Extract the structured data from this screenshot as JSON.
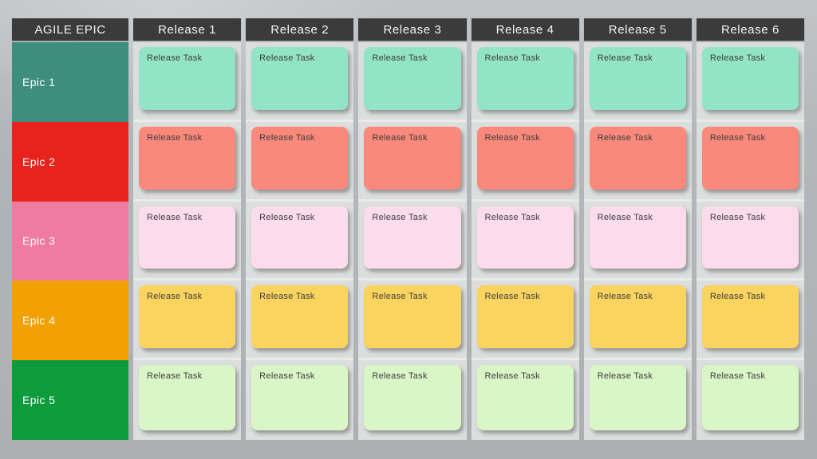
{
  "board": {
    "epic_header": "AGILE EPIC",
    "columns": [
      "Release 1",
      "Release 2",
      "Release 3",
      "Release 4",
      "Release 5",
      "Release 6"
    ],
    "epics": [
      {
        "label": "Epic 1",
        "row_color": "#3E8E7E",
        "card_color": "#92E4C6",
        "tasks": [
          "Release Task",
          "Release Task",
          "Release Task",
          "Release Task",
          "Release Task",
          "Release Task"
        ]
      },
      {
        "label": "Epic 2",
        "row_color": "#E8221C",
        "card_color": "#F9897A",
        "tasks": [
          "Release Task",
          "Release Task",
          "Release Task",
          "Release Task",
          "Release Task",
          "Release Task"
        ]
      },
      {
        "label": "Epic 3",
        "row_color": "#EF7AA2",
        "card_color": "#FADCEC",
        "tasks": [
          "Release Task",
          "Release Task",
          "Release Task",
          "Release Task",
          "Release Task",
          "Release Task"
        ]
      },
      {
        "label": "Epic 4",
        "row_color": "#F2A103",
        "card_color": "#FAD45F",
        "tasks": [
          "Release Task",
          "Release Task",
          "Release Task",
          "Release Task",
          "Release Task",
          "Release Task"
        ]
      },
      {
        "label": "Epic 5",
        "row_color": "#0C9C3C",
        "card_color": "#D9F6C6",
        "tasks": [
          "Release Task",
          "Release Task",
          "Release Task",
          "Release Task",
          "Release Task",
          "Release Task"
        ]
      }
    ],
    "colors": {
      "header_bg": "#3B3B3B",
      "header_text": "#F4F4F4",
      "cell_bg": "#DCDDDD",
      "grid_gap": "#E9EAEA",
      "card_text": "#3E3E3E",
      "page_bg": "#B2B5B7"
    }
  }
}
